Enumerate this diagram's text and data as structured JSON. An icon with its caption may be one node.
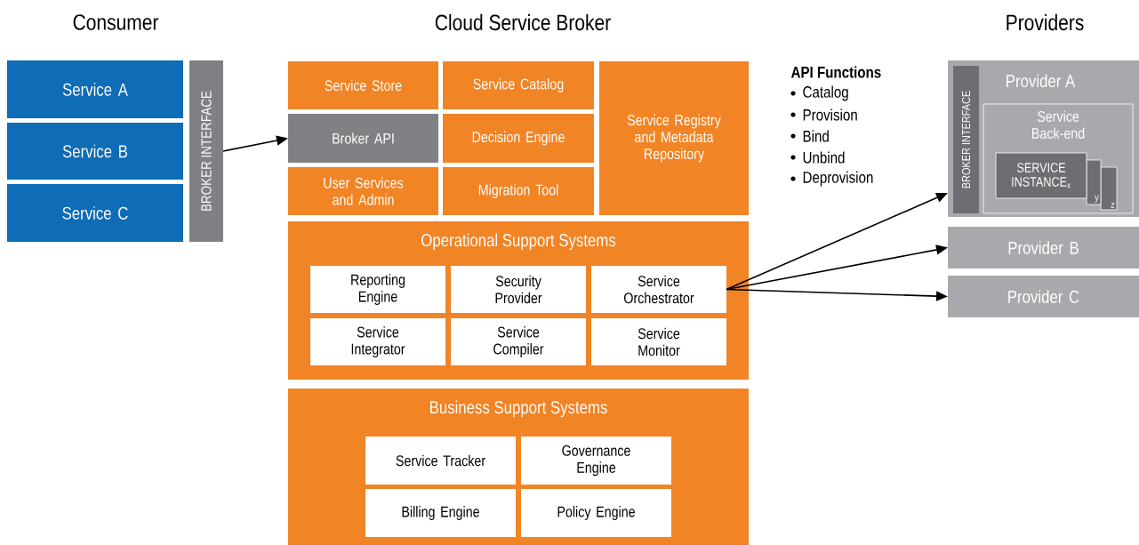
{
  "diagram": {
    "nodes": [
      {
        "text": [
          "Service A"
        ]
      },
      {
        "text": [
          "Service B"
        ]
      },
      {
        "text": [
          "Service C"
        ]
      },
      {
        "text": [
          "BROKER INTERFACE"
        ]
      },
      {
        "text": [
          "Service Store"
        ]
      },
      {
        "text": [
          "Service Catalog"
        ]
      },
      {
        "text": [
          "Service Registry and Metadata Repository"
        ]
      },
      {
        "text": [
          "Broker API"
        ]
      },
      {
        "text": [
          "Decision Engine"
        ]
      },
      {
        "text": [
          "User Services and Admin"
        ]
      },
      {
        "text": [
          "Migration Tool"
        ]
      },
      {
        "text": [
          "Operational Support Systems"
        ]
      },
      {
        "text": [
          "Reporting Engine"
        ],
        "in": 11
      },
      {
        "text": [
          "Security Provider"
        ],
        "in": 11
      },
      {
        "text": [
          "Service Orchestrator"
        ],
        "in": 11
      },
      {
        "text": [
          "Service Integrator"
        ],
        "in": 11
      },
      {
        "text": [
          "Service Compiler"
        ],
        "in": 11
      },
      {
        "text": [
          "Service Monitor"
        ],
        "in": 11
      },
      {
        "text": [
          "Business Support Systems"
        ]
      },
      {
        "text": [
          "Service Tracker"
        ],
        "in": 18
      },
      {
        "text": [
          "Governance Engine"
        ],
        "in": 18
      },
      {
        "text": [
          "Billing Engine"
        ],
        "in": 18
      },
      {
        "text": [
          "Policy Engine"
        ],
        "in": 18
      },
      {
        "text": [
          "Provider A"
        ]
      },
      {
        "text": [
          "BROKER INTERFACE"
        ],
        "in": 23
      },
      {
        "text": [
          "Service Back-end"
        ],
        "in": 23
      },
      {
        "text": [
          "SERVICE INSTANCE$_{x}$"
        ],
        "in": 25
      },
      {
        "text": [
          "y"
        ],
        "in": 25
      },
      {
        "text": [
          "z"
        ],
        "in": 25
      },
      {
        "text": [
          "Provider B"
        ]
      },
      {
        "text": [
          "Provider C"
        ]
      }
    ],
    "edges": [
      {
        "from": 3,
        "to": 7,
        "arrow": "to"
      },
      {
        "from": 14,
        "to": 23,
        "arrow": "to"
      },
      {
        "from": 14,
        "to": 29,
        "arrow": "to"
      },
      {
        "from": 14,
        "to": 30,
        "arrow": "to"
      }
    ],
    "labels": [
      "Consumer",
      "Cloud Service Broker",
      "Providers",
      "API Functions",
      "Catalog",
      "Provision",
      "Bind",
      "Unbind",
      "Deprovision"
    ]
  }
}
